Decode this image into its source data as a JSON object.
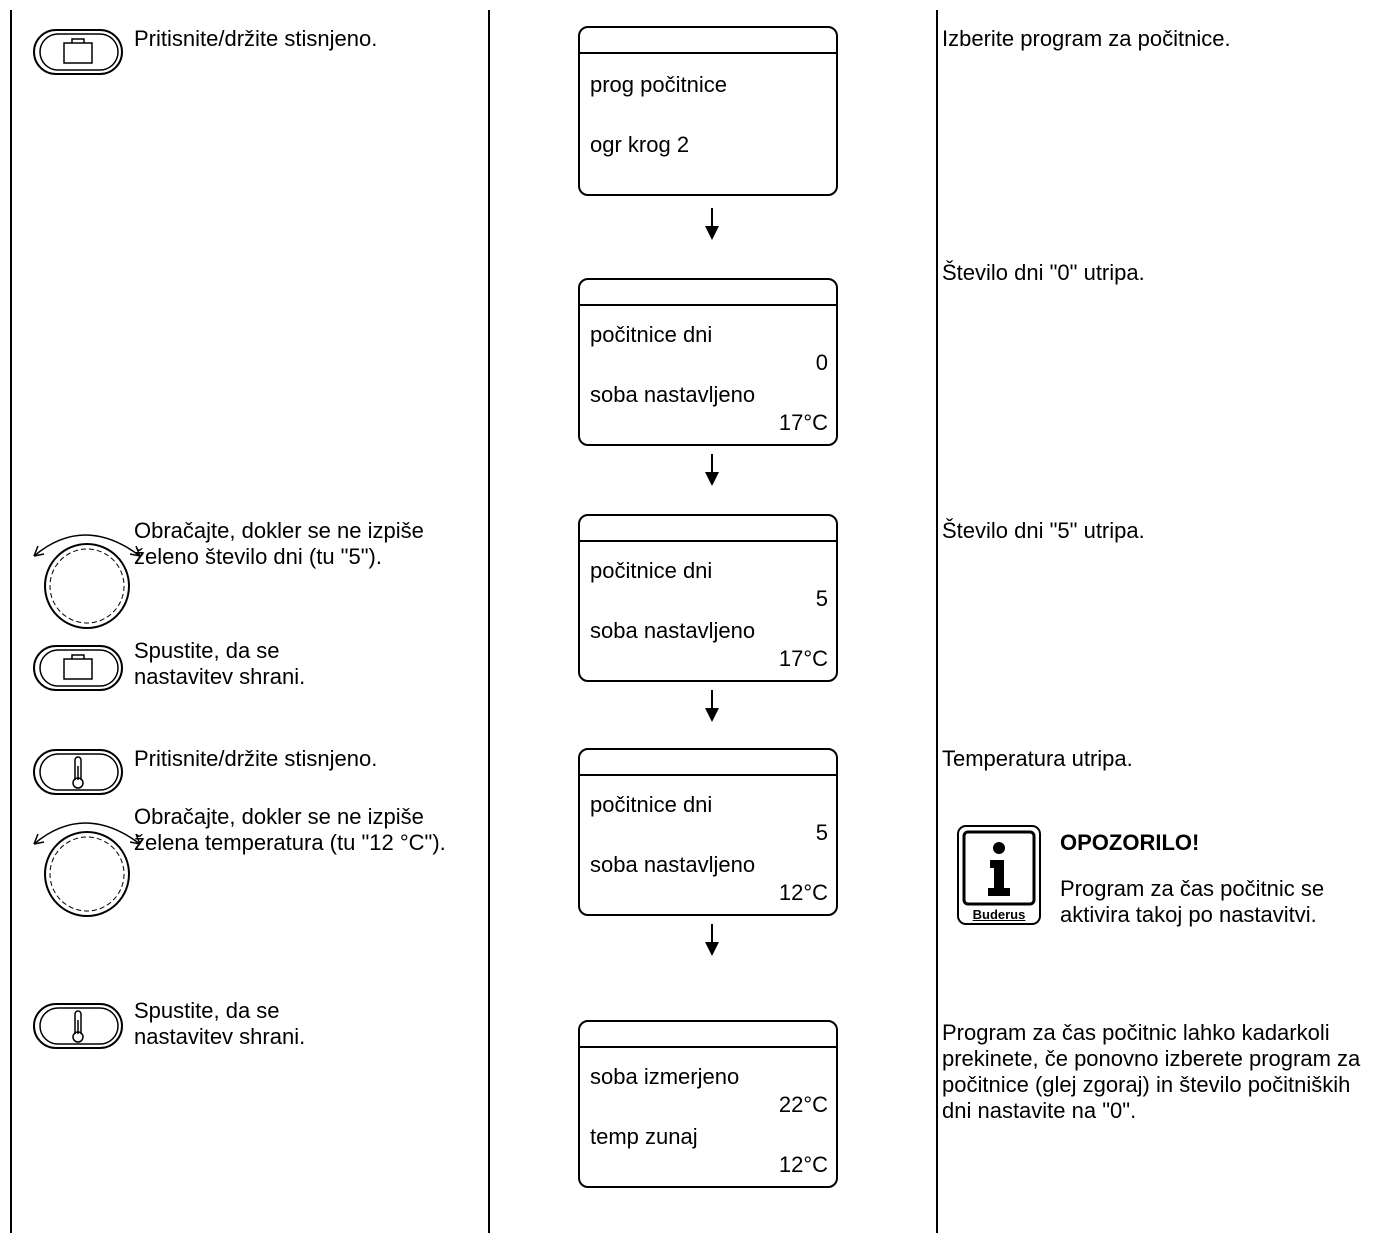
{
  "left": {
    "step1": "Pritisnite/držite stisnjeno.",
    "step2": "Obračajte, dokler se ne izpiše želeno število dni (tu \"5\").",
    "step3": "Spustite, da se nastavitev shrani.",
    "step4": "Pritisnite/držite stisnjeno.",
    "step5": "Obračajte, dokler se ne izpiše želena temperatura (tu \"12 °C\").",
    "step6": "Spustite, da se nastavitev shrani."
  },
  "displays": [
    {
      "line1": "prog počitnice",
      "val1": "",
      "line2": "ogr krog 2",
      "val2": ""
    },
    {
      "line1": "počitnice dni",
      "val1": "0",
      "line2": "soba nastavljeno",
      "val2": "17°C"
    },
    {
      "line1": "počitnice dni",
      "val1": "5",
      "line2": "soba nastavljeno",
      "val2": "17°C"
    },
    {
      "line1": "počitnice dni",
      "val1": "5",
      "line2": "soba nastavljeno",
      "val2": "12°C"
    },
    {
      "line1": "soba izmerjeno",
      "val1": "22°C",
      "line2": "temp zunaj",
      "val2": "12°C"
    }
  ],
  "right": {
    "r1": "Izberite program za počitnice.",
    "r2": "Število dni \"0\" utripa.",
    "r3": "Število dni \"5\" utripa.",
    "r4": "Temperatura utripa.",
    "note_title": "OPOZORILO!",
    "note_text": "Program za čas počitnic se aktivira takoj po nastavitvi.",
    "note_logo": "Buderus",
    "r5": "Program za čas počitnic lahko kadarkoli prekinete, če ponovno izberete program za počitnice (glej zgoraj) in število počitniških dni nastavite na \"0\"."
  },
  "icons": {
    "holiday_button": "suitcase-button-icon",
    "dial": "rotary-dial-icon",
    "temp_button": "thermometer-button-icon",
    "info": "info-icon",
    "arrow": "arrow-down-icon"
  }
}
